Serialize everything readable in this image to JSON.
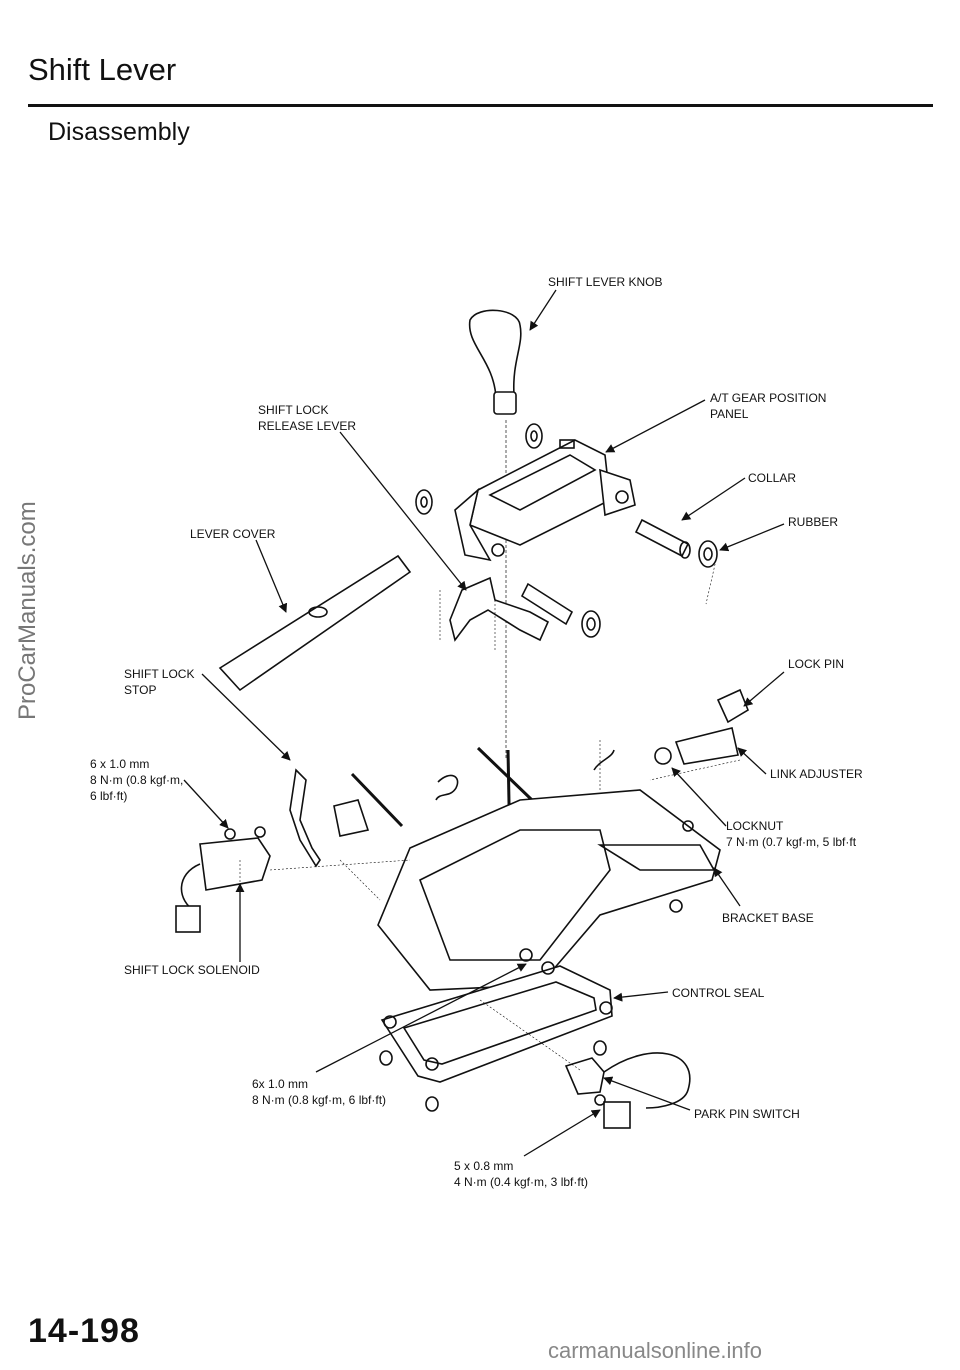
{
  "page": {
    "title": "Shift Lever",
    "subtitle": "Disassembly",
    "page_number": "14-198",
    "watermark_side": "ProCarManuals.com",
    "watermark_footer": "carmanualsonline.info"
  },
  "labels": {
    "shift_lever_knob": "SHIFT LEVER KNOB",
    "at_gear_position_panel": "A/T GEAR POSITION\nPANEL",
    "shift_lock_release_lever": "SHIFT LOCK\nRELEASE LEVER",
    "collar": "COLLAR",
    "rubber": "RUBBER",
    "lever_cover": "LEVER COVER",
    "lock_pin": "LOCK PIN",
    "shift_lock_stop": "SHIFT LOCK\nSTOP",
    "bolt_6x1_upper": "6 x 1.0 mm\n8 N·m (0.8 kgf·m,\n6 lbf·ft)",
    "link_adjuster": "LINK ADJUSTER",
    "locknut": "LOCKNUT\n7 N·m (0.7 kgf·m, 5 lbf·ft",
    "bracket_base": "BRACKET BASE",
    "shift_lock_solenoid": "SHIFT LOCK SOLENOID",
    "control_seal": "CONTROL SEAL",
    "bolt_6x1_lower": "6x 1.0 mm\n8 N·m (0.8 kgf·m, 6 lbf·ft)",
    "park_pin_switch": "PARK PIN SWITCH",
    "bolt_5x08": "5 x 0.8 mm\n4 N·m (0.4 kgf·m, 3 lbf·ft)"
  }
}
